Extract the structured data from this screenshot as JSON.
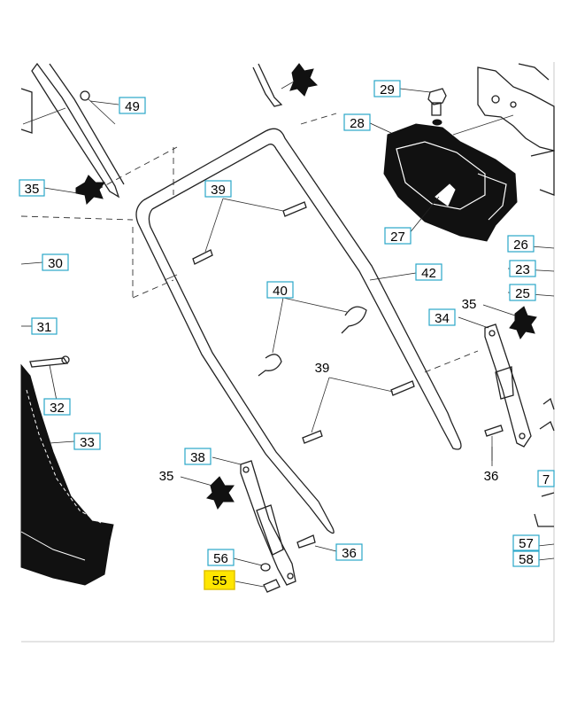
{
  "diagram": {
    "labels": [
      {
        "id": "49",
        "text": "49",
        "boxed": true
      },
      {
        "id": "29",
        "text": "29",
        "boxed": true
      },
      {
        "id": "28",
        "text": "28",
        "boxed": true
      },
      {
        "id": "35a",
        "text": "35",
        "boxed": true
      },
      {
        "id": "39a",
        "text": "39",
        "boxed": true
      },
      {
        "id": "27",
        "text": "27",
        "boxed": true
      },
      {
        "id": "26",
        "text": "26",
        "boxed": true
      },
      {
        "id": "23",
        "text": "23",
        "boxed": true
      },
      {
        "id": "30",
        "text": "30",
        "boxed": true
      },
      {
        "id": "42",
        "text": "42",
        "boxed": true
      },
      {
        "id": "25",
        "text": "25",
        "boxed": true
      },
      {
        "id": "40",
        "text": "40",
        "boxed": true
      },
      {
        "id": "35b",
        "text": "35",
        "boxed": false
      },
      {
        "id": "34",
        "text": "34",
        "boxed": true
      },
      {
        "id": "31",
        "text": "31",
        "boxed": true
      },
      {
        "id": "39b",
        "text": "39",
        "boxed": false
      },
      {
        "id": "32",
        "text": "32",
        "boxed": true
      },
      {
        "id": "33",
        "text": "33",
        "boxed": true
      },
      {
        "id": "36a",
        "text": "36",
        "boxed": false
      },
      {
        "id": "38",
        "text": "38",
        "boxed": true
      },
      {
        "id": "35c",
        "text": "35",
        "boxed": false
      },
      {
        "id": "7",
        "text": "7",
        "boxed": true
      },
      {
        "id": "57",
        "text": "57",
        "boxed": true
      },
      {
        "id": "56",
        "text": "56",
        "boxed": true
      },
      {
        "id": "36b",
        "text": "36",
        "boxed": true
      },
      {
        "id": "58",
        "text": "58",
        "boxed": true
      },
      {
        "id": "55",
        "text": "55",
        "boxed": true,
        "highlighted": true
      }
    ],
    "highlight_color": "#ffe600",
    "box_border_color": "#2aa7c9"
  }
}
